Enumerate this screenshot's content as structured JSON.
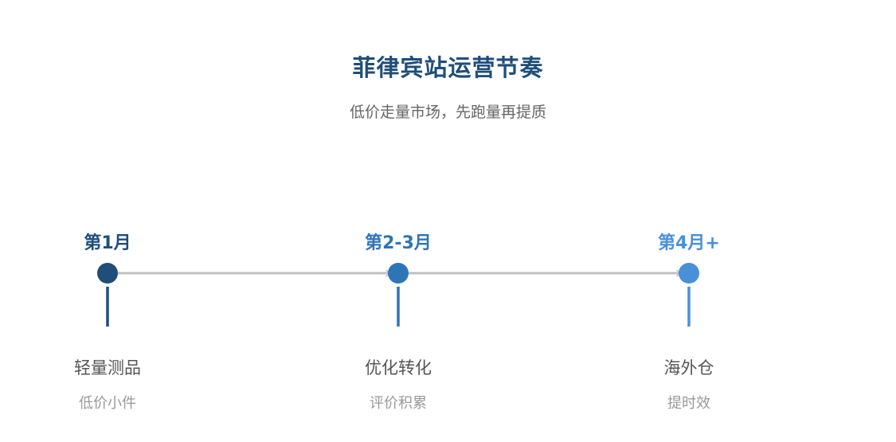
{
  "header": {
    "title": "菲律宾站运营节奏",
    "subtitle": "低价走量市场，先跑量再提质"
  },
  "stages": [
    {
      "period": "第1月",
      "label": "轻量测品",
      "sub": "低价小件",
      "color": "#1f4e79"
    },
    {
      "period": "第2-3月",
      "label": "优化转化",
      "sub": "评价积累",
      "color": "#2e75b6"
    },
    {
      "period": "第4月+",
      "label": "海外仓",
      "sub": "提时效",
      "color": "#4a90d9"
    }
  ],
  "colors": {
    "title": "#1f4e79",
    "subtitle": "#666666",
    "label": "#555555",
    "sub": "#999999",
    "connector": "#c0c0c0"
  }
}
